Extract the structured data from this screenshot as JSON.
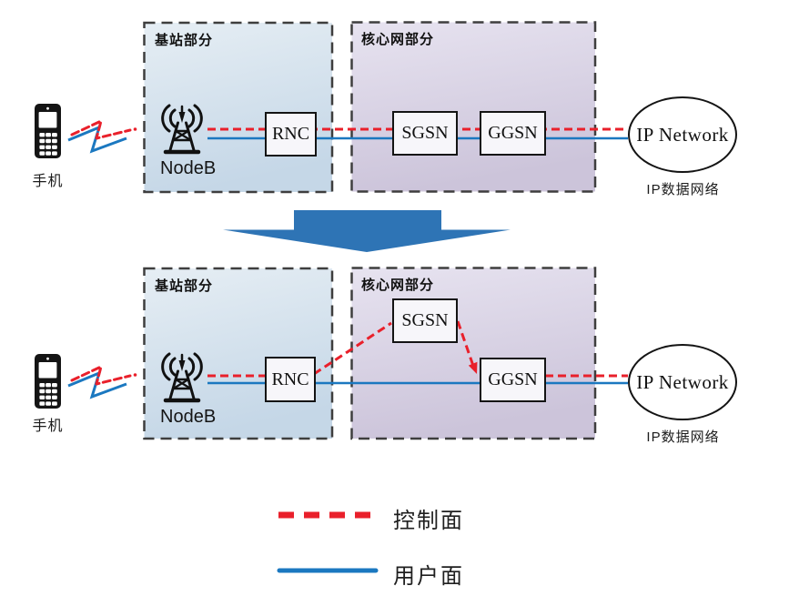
{
  "colors": {
    "control_plane": "#e9202b",
    "user_plane": "#1b78c0",
    "transition_arrow": "#2e74b5"
  },
  "diagram_top": {
    "phone_label": "手机",
    "base_section_title": "基站部分",
    "core_section_title": "核心网部分",
    "nodeb_label": "NodeB",
    "rnc_label": "RNC",
    "sgsn_label": "SGSN",
    "ggsn_label": "GGSN",
    "ip_network_label": "IP Network",
    "ip_network_caption": "IP数据网络"
  },
  "diagram_bottom": {
    "phone_label": "手机",
    "base_section_title": "基站部分",
    "core_section_title": "核心网部分",
    "nodeb_label": "NodeB",
    "rnc_label": "RNC",
    "sgsn_label": "SGSN",
    "ggsn_label": "GGSN",
    "ip_network_label": "IP Network",
    "ip_network_caption": "IP数据网络"
  },
  "legend": {
    "control_plane_label": "控制面",
    "user_plane_label": "用户面"
  }
}
